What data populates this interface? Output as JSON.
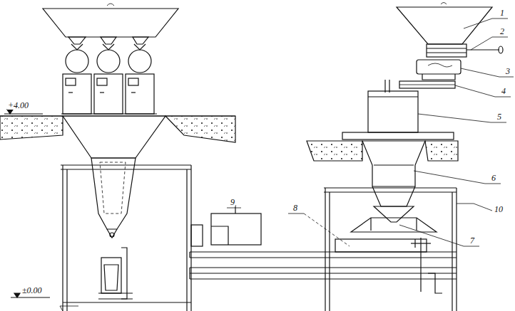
{
  "diagram": {
    "labels": [
      "1",
      "2",
      "3",
      "4",
      "5",
      "6",
      "7",
      "8",
      "9",
      "10",
      "+4.00",
      "±0.00"
    ]
  }
}
